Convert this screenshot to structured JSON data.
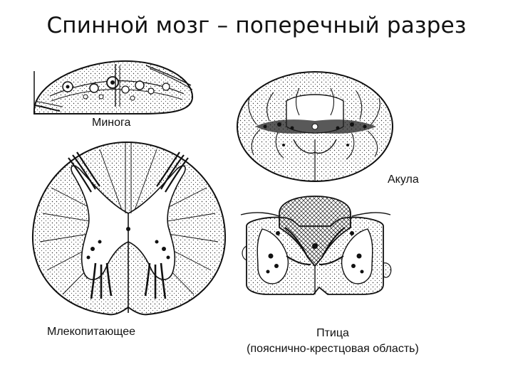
{
  "title": "Спинной мозг – поперечный разрез",
  "labels": {
    "lamprey": "Минога",
    "shark": "Акула",
    "mammal": "Млекопитающее",
    "bird_line1": "Птица",
    "bird_line2": "(пояснично-крестцовая область)"
  },
  "colors": {
    "ink": "#111111",
    "background": "#ffffff"
  }
}
